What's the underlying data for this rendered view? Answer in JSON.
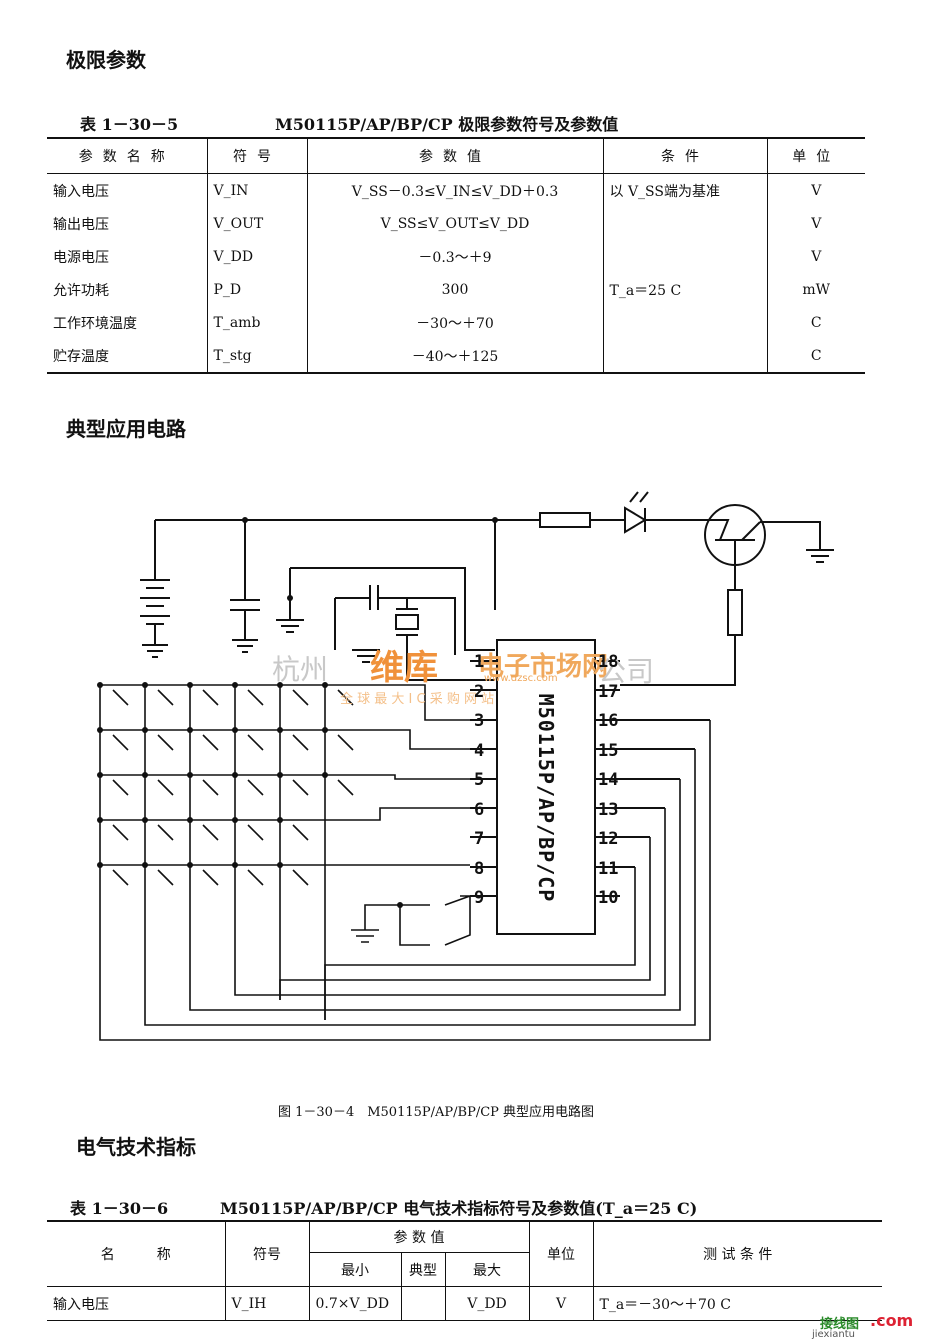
{
  "sections": {
    "limits_title": "极限参数",
    "circuit_title": "典型应用电路",
    "elec_title": "电气技术指标"
  },
  "table1": {
    "number": "表 1－30－5",
    "caption": "M50115P/AP/BP/CP 极限参数符号及参数值",
    "headers": [
      "参数名称",
      "符号",
      "参数值",
      "条件",
      "单位"
    ],
    "rows": [
      [
        "输入电压",
        "V_IN",
        "V_SS－0.3≤V_IN≤V_DD＋0.3",
        "以 V_SS端为基准",
        "V"
      ],
      [
        "输出电压",
        "V_OUT",
        "V_SS≤V_OUT≤V_DD",
        "",
        "V"
      ],
      [
        "电源电压",
        "V_DD",
        "－0.3～＋9",
        "",
        "V"
      ],
      [
        "允许功耗",
        "P_D",
        "300",
        "T_a＝25 C",
        "mW"
      ],
      [
        "工作环境温度",
        "T_amb",
        "－30～＋70",
        "",
        "C"
      ],
      [
        "贮存温度",
        "T_stg",
        "－40～＋125",
        "",
        "C"
      ]
    ]
  },
  "figure": {
    "chip_label": "M50115P/AP/BP/CP",
    "pins_left": [
      "1",
      "2",
      "3",
      "4",
      "5",
      "6",
      "7",
      "8",
      "9"
    ],
    "pins_right": [
      "18",
      "17",
      "16",
      "15",
      "14",
      "13",
      "12",
      "11",
      "10"
    ],
    "caption": "图 1－30－4　M50115P/AP/BP/CP 典型应用电路图",
    "watermark_left": "杭州",
    "watermark_brand": "维库",
    "watermark_mid": "电子市场网",
    "watermark_url": "www.dzsc.com",
    "watermark_right": "公司",
    "watermark_sub": "全 球 最 大 I C 采 购 网 站"
  },
  "table2": {
    "number": "表 1－30－6",
    "caption": "M50115P/AP/BP/CP 电气技术指标符号及参数值(T_a＝25 C)",
    "headers": {
      "name": "名　　　称",
      "symbol": "符号",
      "param": "参 数 值",
      "min": "最小",
      "typ": "典型",
      "max": "最大",
      "unit": "单位",
      "cond": "测 试 条 件"
    },
    "rows": [
      [
        "输入电压",
        "V_IH",
        "0.7×V_DD",
        "",
        "V_DD",
        "V",
        "T_a＝－30～＋70 C"
      ]
    ]
  },
  "footer": {
    "logo": "接线图",
    "suffix": ".com",
    "site": "jiexiantu"
  }
}
